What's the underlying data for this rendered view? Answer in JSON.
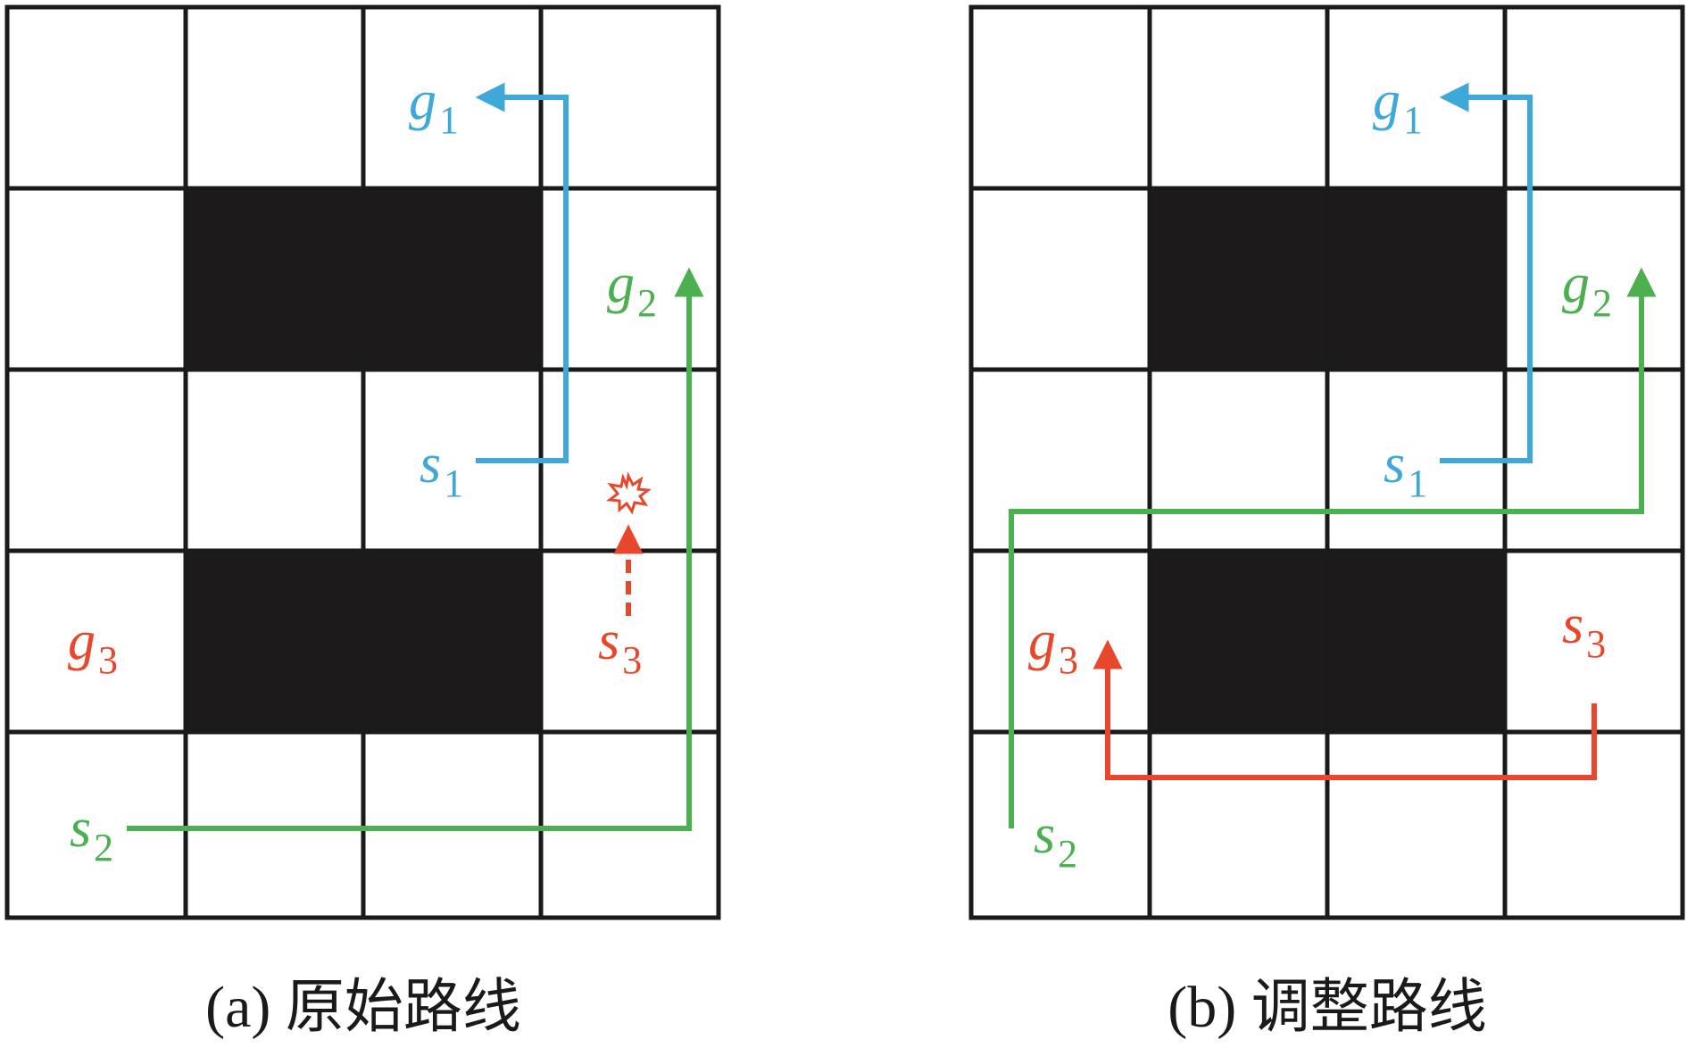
{
  "colors": {
    "agent1": "#3ea9d9",
    "agent2": "#4caf50",
    "agent3": "#e8472b",
    "obstacle": "#1c1a1a",
    "grid": "#1a1a1a"
  },
  "panels": [
    {
      "caption": "(a) 原始路线",
      "labels": [
        {
          "letter": "g",
          "sub": "1",
          "agent": "agent1"
        },
        {
          "letter": "g",
          "sub": "2",
          "agent": "agent2"
        },
        {
          "letter": "g",
          "sub": "3",
          "agent": "agent3"
        },
        {
          "letter": "s",
          "sub": "1",
          "agent": "agent1"
        },
        {
          "letter": "s",
          "sub": "2",
          "agent": "agent2"
        },
        {
          "letter": "s",
          "sub": "3",
          "agent": "agent3"
        }
      ],
      "collision_icon": "collision-burst-icon"
    },
    {
      "caption": "(b) 调整路线",
      "labels": [
        {
          "letter": "g",
          "sub": "1",
          "agent": "agent1"
        },
        {
          "letter": "g",
          "sub": "2",
          "agent": "agent2"
        },
        {
          "letter": "g",
          "sub": "3",
          "agent": "agent3"
        },
        {
          "letter": "s",
          "sub": "1",
          "agent": "agent1"
        },
        {
          "letter": "s",
          "sub": "2",
          "agent": "agent2"
        },
        {
          "letter": "s",
          "sub": "3",
          "agent": "agent3"
        }
      ]
    }
  ]
}
